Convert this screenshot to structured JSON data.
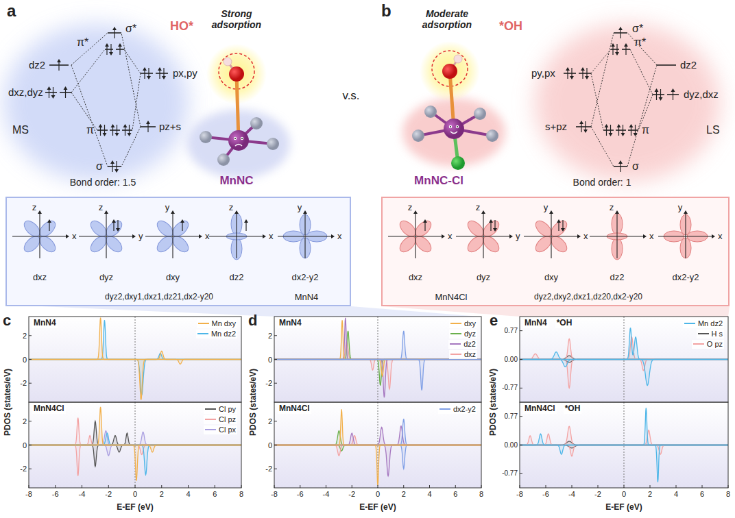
{
  "diagram": {
    "nodes": [
      {
        "text": [
          "dyz2,dxy1,dxz1,dz21,dx2-y20",
          "MnN4"
        ]
      },
      {
        "text": [
          "MnN4Cl",
          "dyz2,dxy2,dxz1,dz20,dx2-y20"
        ]
      },
      {
        "text": [
          "MnN4"
        ]
      },
      {
        "text": [
          "MnN4Cl"
        ]
      },
      {
        "text": [
          "MnN4"
        ]
      },
      {
        "text": [
          "MnN4Cl"
        ]
      },
      {
        "text": [
          "MnN4",
          "*OH"
        ]
      },
      {
        "text": [
          "MnN4Cl",
          "*OH"
        ]
      }
    ],
    "labels": [
      "a",
      "dz2",
      "dxz,dyz",
      "MS",
      "σ*",
      "π*",
      "π",
      "σ",
      "px,py",
      "pz+s",
      "Bond order: 1.5",
      "HO*",
      "Strong adsorption",
      "MnNC",
      "v.s.",
      "b",
      "Moderate adsorption",
      "*OH",
      "MnNC-Cl",
      "σ*",
      "π*",
      "py,px",
      "dz2",
      "dyz,dxz",
      "s+pz",
      "π",
      "σ",
      "LS",
      "Bond order: 1",
      "z",
      "x",
      "dxz",
      "z",
      "y",
      "dyz",
      "y",
      "x",
      "dxy",
      "z",
      "x",
      "dz2",
      "y",
      "x",
      "dx2-y2",
      "z",
      "x",
      "dxz",
      "z",
      "y",
      "dyz",
      "y",
      "x",
      "dxy",
      "z",
      "x",
      "dz2",
      "y",
      "x",
      "dx2-y2",
      "c",
      "d",
      "e",
      "2",
      "0",
      "-2",
      "2",
      "0",
      "-2",
      "2",
      "0",
      "-2",
      "2",
      "0",
      "-2",
      "0.77",
      "0.00",
      "-0.77",
      "0.77",
      "0.00",
      "-0.77",
      "-8",
      "-6",
      "-4",
      "-2",
      "0",
      "2",
      "4",
      "6",
      "8",
      "-8",
      "-6",
      "-4",
      "-2",
      "0",
      "2",
      "4",
      "6",
      "8",
      "-8",
      "-6",
      "-4",
      "-2",
      "0",
      "2",
      "4",
      "6",
      "8",
      "PDOS (states/eV)",
      "PDOS (states/eV)",
      "PDOS (states/eV)",
      "E-EF (eV)",
      "E-EF (eV)",
      "E-EF (eV)"
    ],
    "legend": [
      {
        "text": "Mn dxy",
        "color": "#f2b04a"
      },
      {
        "text": "Mn dz2",
        "color": "#4db6e8"
      },
      {
        "text": "Cl py",
        "color": "#555555"
      },
      {
        "text": "Cl pz",
        "color": "#f3a3a3"
      },
      {
        "text": "Cl px",
        "color": "#a99ee0"
      },
      {
        "text": "dxy",
        "color": "#f2b04a"
      },
      {
        "text": "dyz",
        "color": "#6ab04c"
      },
      {
        "text": "dz2",
        "color": "#a678c0"
      },
      {
        "text": "dxz",
        "color": "#f3a3a3"
      },
      {
        "text": "dx2-y2",
        "color": "#7f9fe6"
      },
      {
        "text": "Mn dz2",
        "color": "#4db6e8"
      },
      {
        "text": "H s",
        "color": "#555555"
      },
      {
        "text": "O pz",
        "color": "#f3a3a3"
      }
    ]
  }
}
